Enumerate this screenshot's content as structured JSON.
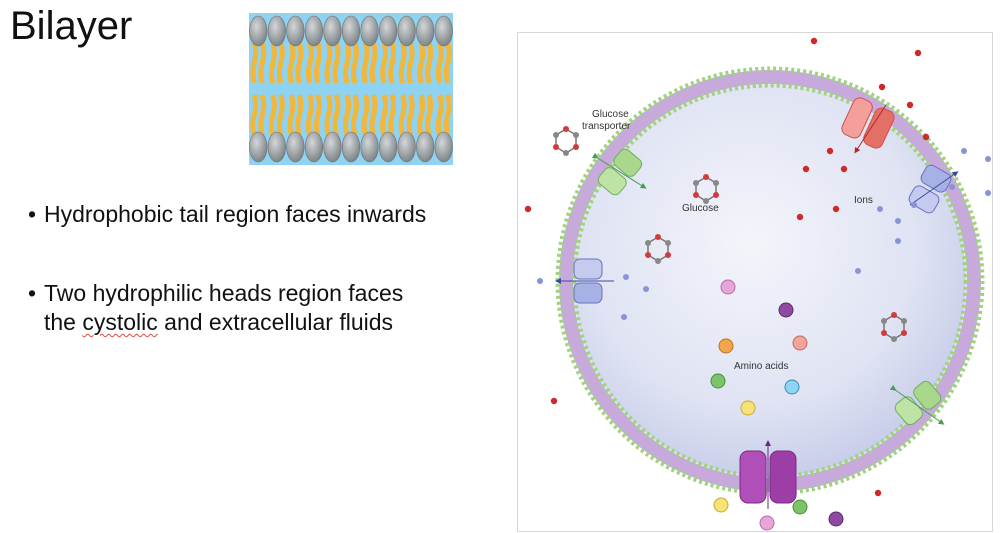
{
  "slide": {
    "title": "Bilayer",
    "bullets": [
      {
        "text": "Hydrophobic tail region faces inwards"
      },
      {
        "line1": "Two hydrophilic heads region faces",
        "line2_pre": "the ",
        "line2_err": "cystolic",
        "line2_post": " and extracellular fluids"
      }
    ]
  },
  "diagram": {
    "labels": {
      "glucose_transporter_1": "Glucose",
      "glucose_transporter_2": "transporter",
      "glucose": "Glucose",
      "ions": "Ions",
      "amino_acids": "Amino acids"
    }
  },
  "colors": {
    "head": "#9aa0a4",
    "tail": "#f2b63b",
    "water": "#8fd3f2",
    "membrane": "#7cc46a",
    "ion_red": "#cc2a2a",
    "ion_blue": "#8b93d8"
  }
}
